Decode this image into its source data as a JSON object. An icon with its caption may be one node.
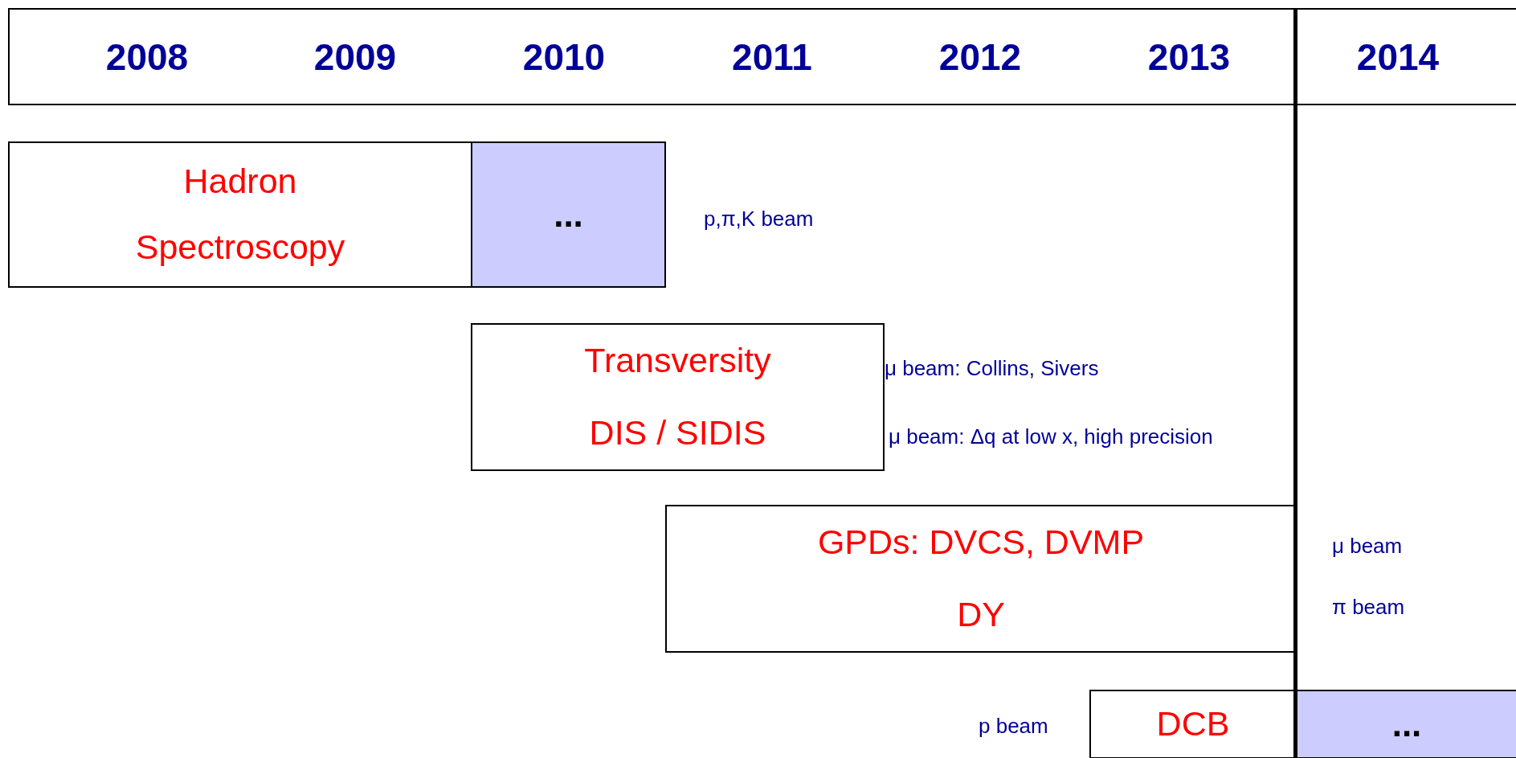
{
  "diagram": {
    "nodes": [
      {
        "text": [
          "2008",
          "2009",
          "2010",
          "2011",
          "2012",
          "2013",
          "2014"
        ]
      },
      {
        "text": [
          "Hadron Spectroscopy"
        ]
      },
      {
        "text": [
          "..."
        ],
        "beside": [
          "p,π,K beam"
        ]
      },
      {
        "text": [
          "Transversity",
          "DIS / SIDIS"
        ],
        "beside": [
          "μ beam: Collins, Sivers",
          "μ beam: Δq at low x, high precision"
        ]
      },
      {
        "text": [
          "GPDs: DVCS, DVMP",
          "DY"
        ]
      },
      {
        "text": [
          "DCB"
        ],
        "beside": [
          "p beam"
        ]
      },
      {
        "text": [
          "..."
        ]
      }
    ],
    "edges": [],
    "labels": [
      "μ beam",
      "π beam"
    ]
  }
}
